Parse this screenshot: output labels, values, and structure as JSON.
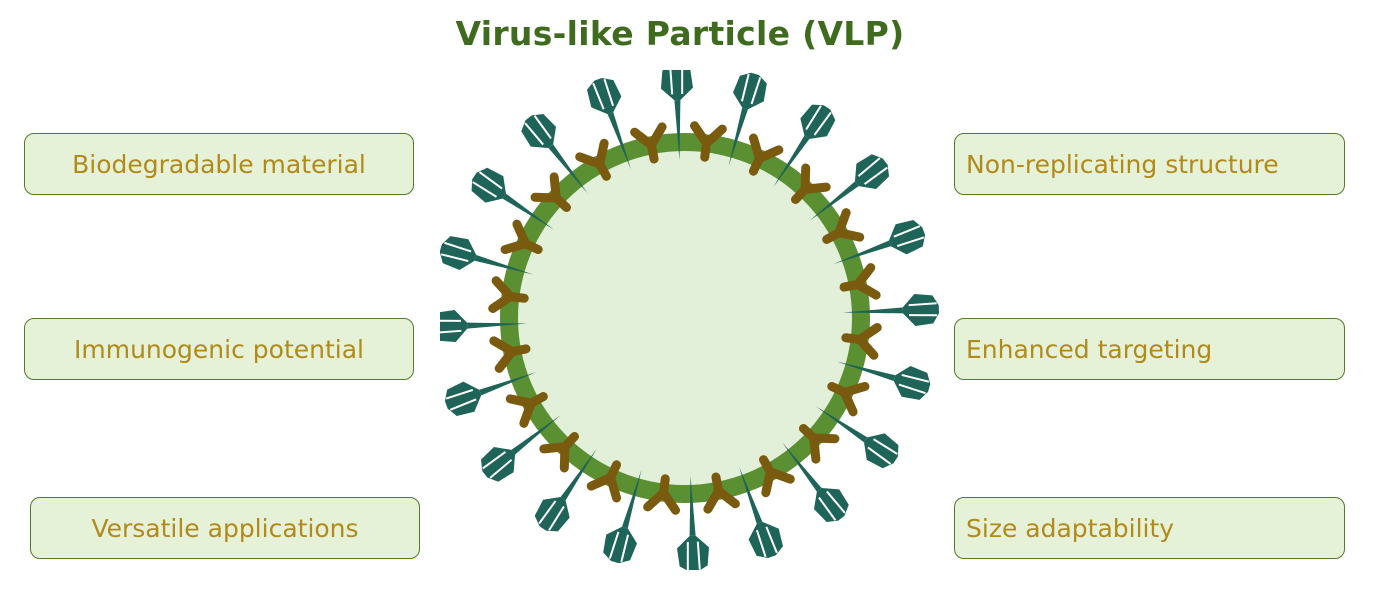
{
  "title": "Virus-like Particle (VLP)",
  "features": {
    "left": [
      "Biodegradable material",
      "Immunogenic potential",
      "Versatile applications"
    ],
    "right": [
      "Non-replicating structure",
      "Enhanced targeting",
      "Size adaptability"
    ]
  },
  "colors": {
    "title": "#3f6b1e",
    "box_fill": "#e6f2d8",
    "box_border": "#557a2a",
    "box_text": "#b08a1a",
    "capsid_ring": "#5a8f32",
    "capsid_interior": "#e2f0d9",
    "antibody": "#7a5a0e",
    "spike": "#1e6458"
  },
  "icons": [
    "antibody-icon",
    "spike-protein-icon"
  ]
}
